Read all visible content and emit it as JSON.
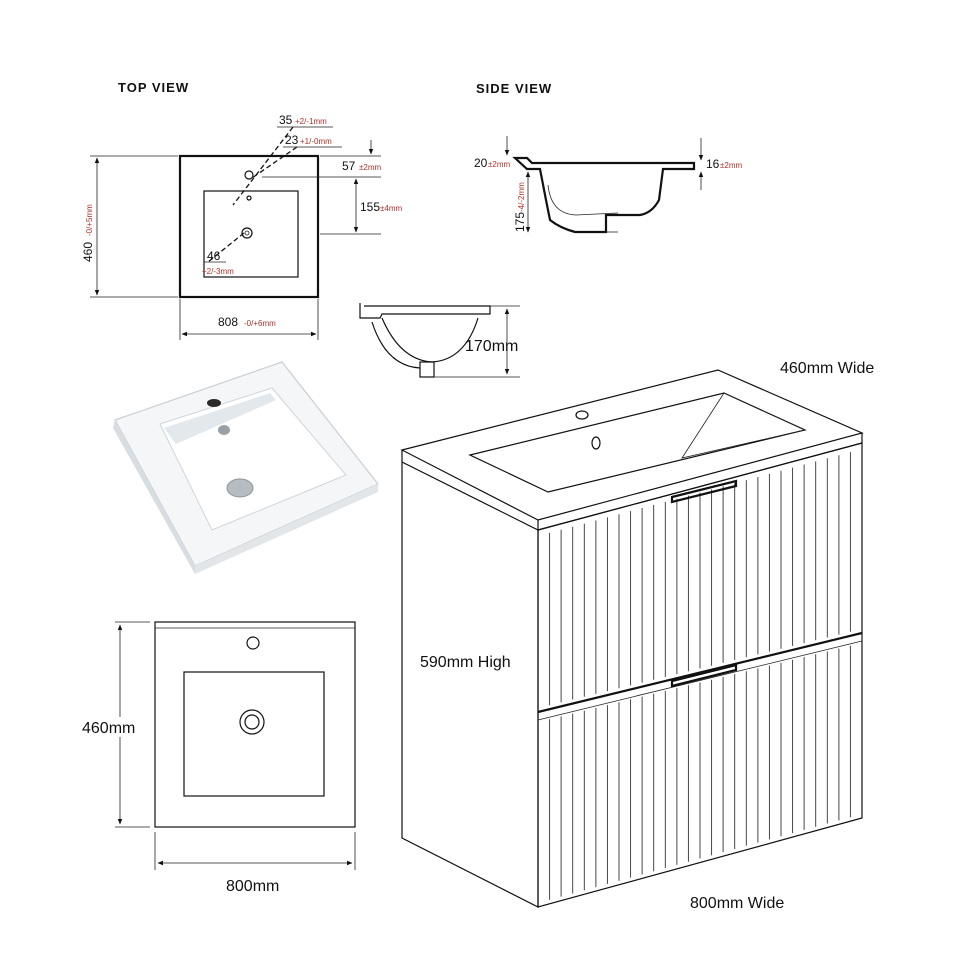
{
  "top_view": {
    "heading": "TOP  VIEW",
    "dim_35": "35",
    "tol_35": "+2/-1mm",
    "dim_23": "23",
    "tol_23": "+1/-0mm",
    "dim_57": "57",
    "tol_57": "±2mm",
    "dim_155": "155",
    "tol_155": "±4mm",
    "dim_46": "46",
    "tol_46": "+2/-3mm",
    "dim_460": "460",
    "tol_460": "-0/+5mm",
    "dim_808": "808",
    "tol_808": "-0/+6mm"
  },
  "side_view": {
    "heading": "SIDE  VIEW",
    "dim_20": "20",
    "tol_20": "±2mm",
    "dim_16": "16",
    "tol_16": "±2mm",
    "dim_175": "175",
    "tol_175": "-4/-2mm"
  },
  "profile": {
    "depth": "170mm"
  },
  "front_plan": {
    "depth": "460mm",
    "width": "800mm"
  },
  "vanity": {
    "depth": "460mm Wide",
    "height": "590mm High",
    "width": "800mm Wide"
  },
  "colors": {
    "ink": "#111111",
    "tolerance": "#b0302a"
  }
}
